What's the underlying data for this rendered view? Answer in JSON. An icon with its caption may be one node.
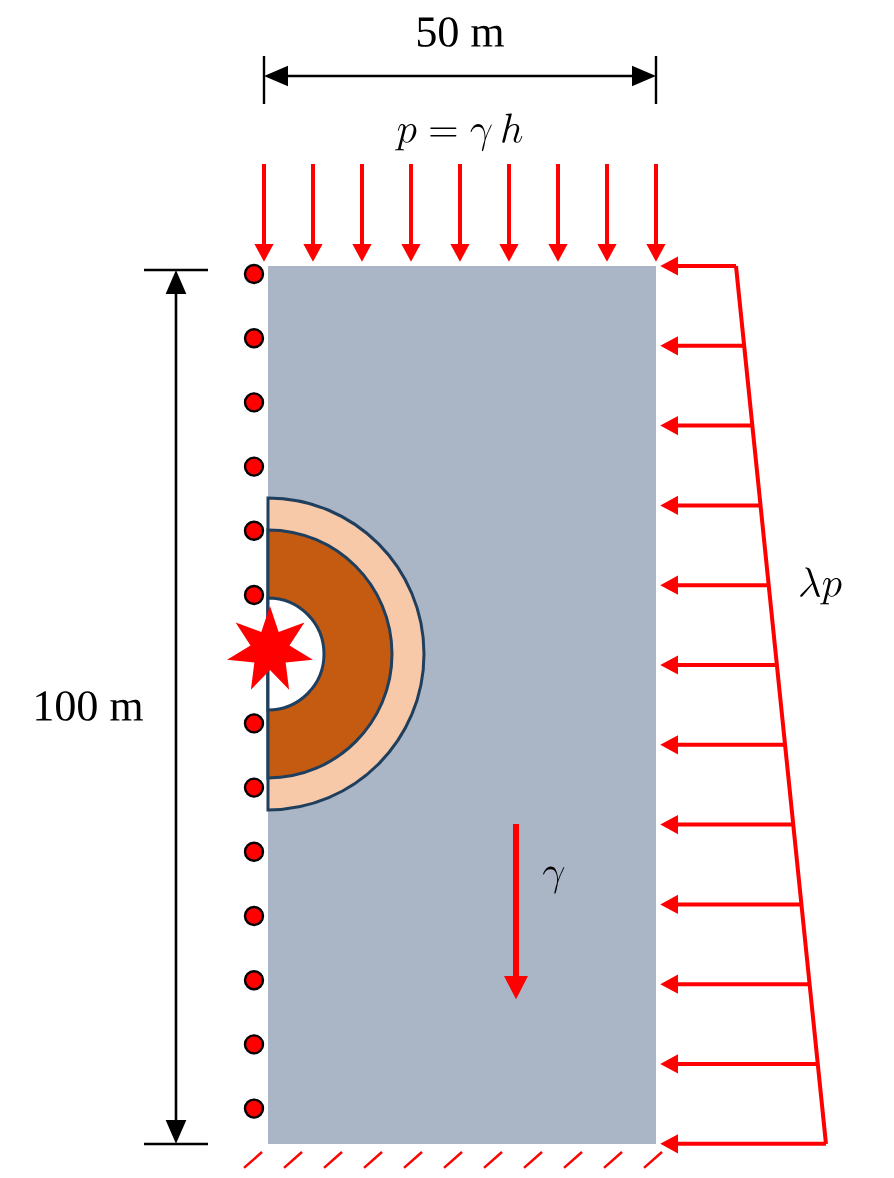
{
  "diagram": {
    "labels": [
      "50 m",
      "p = \\gamma\\, h",
      "100 m",
      "\\lambda p",
      "\\gamma"
    ]
  }
}
